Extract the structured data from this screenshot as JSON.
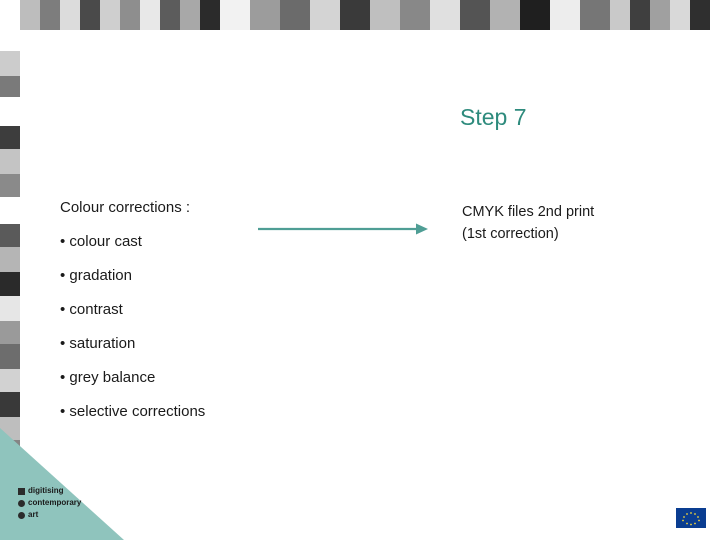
{
  "slide": {
    "title": "Step 7",
    "title_color": "#2e8b7d",
    "accent_color": "#8fc4bd",
    "background": "#ffffff"
  },
  "left_column": {
    "heading": "Colour corrections :",
    "bullets": [
      "• colour cast",
      "• gradation",
      "• contrast",
      "• saturation",
      "• grey balance",
      "• selective corrections"
    ]
  },
  "right_column": {
    "lines": [
      "CMYK files 2nd print",
      "(1st correction)"
    ]
  },
  "arrow": {
    "name": "right-arrow",
    "color": "#4f9e95"
  },
  "logo": {
    "line1": "digitising",
    "line2": "contemporary",
    "line3": "art"
  },
  "eu_flag": {
    "stars": "★★★★★★★★★★★★",
    "background": "#0a3d91",
    "star_color": "#f2d43b"
  },
  "top_strip": {
    "swatches": [
      {
        "color": "#ffffff",
        "width": 20
      },
      {
        "color": "#bdbdbd",
        "width": 20
      },
      {
        "color": "#7d7d7d",
        "width": 20
      },
      {
        "color": "#dcdcdc",
        "width": 20
      },
      {
        "color": "#4a4a4a",
        "width": 20
      },
      {
        "color": "#cfcfcf",
        "width": 20
      },
      {
        "color": "#8e8e8e",
        "width": 20
      },
      {
        "color": "#e8e8e8",
        "width": 20
      },
      {
        "color": "#5c5c5c",
        "width": 20
      },
      {
        "color": "#a8a8a8",
        "width": 20
      },
      {
        "color": "#2b2b2b",
        "width": 20
      },
      {
        "color": "#f2f2f2",
        "width": 30
      },
      {
        "color": "#9c9c9c",
        "width": 30
      },
      {
        "color": "#6b6b6b",
        "width": 30
      },
      {
        "color": "#d4d4d4",
        "width": 30
      },
      {
        "color": "#3a3a3a",
        "width": 30
      },
      {
        "color": "#bfbfbf",
        "width": 30
      },
      {
        "color": "#888888",
        "width": 30
      },
      {
        "color": "#e0e0e0",
        "width": 30
      },
      {
        "color": "#545454",
        "width": 30
      },
      {
        "color": "#b2b2b2",
        "width": 30
      },
      {
        "color": "#1f1f1f",
        "width": 30
      },
      {
        "color": "#ededed",
        "width": 30
      },
      {
        "color": "#767676",
        "width": 30
      },
      {
        "color": "#c9c9c9",
        "width": 20
      },
      {
        "color": "#3f3f3f",
        "width": 20
      },
      {
        "color": "#a0a0a0",
        "width": 20
      },
      {
        "color": "#d9d9d9",
        "width": 20
      },
      {
        "color": "#2f2f2f",
        "width": 20
      }
    ]
  },
  "left_strip": {
    "swatches": [
      {
        "color": "#ffffff",
        "height": 22
      },
      {
        "color": "#cccccc",
        "height": 26
      },
      {
        "color": "#7a7a7a",
        "height": 22
      },
      {
        "color": "#ffffff",
        "height": 30
      },
      {
        "color": "#3d3d3d",
        "height": 24
      },
      {
        "color": "#c4c4c4",
        "height": 26
      },
      {
        "color": "#8a8a8a",
        "height": 24
      },
      {
        "color": "#ffffff",
        "height": 28
      },
      {
        "color": "#5a5a5a",
        "height": 24
      },
      {
        "color": "#b5b5b5",
        "height": 26
      },
      {
        "color": "#2a2a2a",
        "height": 24
      },
      {
        "color": "#e6e6e6",
        "height": 26
      },
      {
        "color": "#9a9a9a",
        "height": 24
      },
      {
        "color": "#6d6d6d",
        "height": 26
      },
      {
        "color": "#d2d2d2",
        "height": 24
      },
      {
        "color": "#393939",
        "height": 26
      },
      {
        "color": "#bebebe",
        "height": 24
      },
      {
        "color": "#858585",
        "height": 26
      },
      {
        "color": "#ffffff",
        "height": 26
      },
      {
        "color": "#4f4f4f",
        "height": 26
      },
      {
        "color": "#adadad",
        "height": 26
      }
    ]
  }
}
